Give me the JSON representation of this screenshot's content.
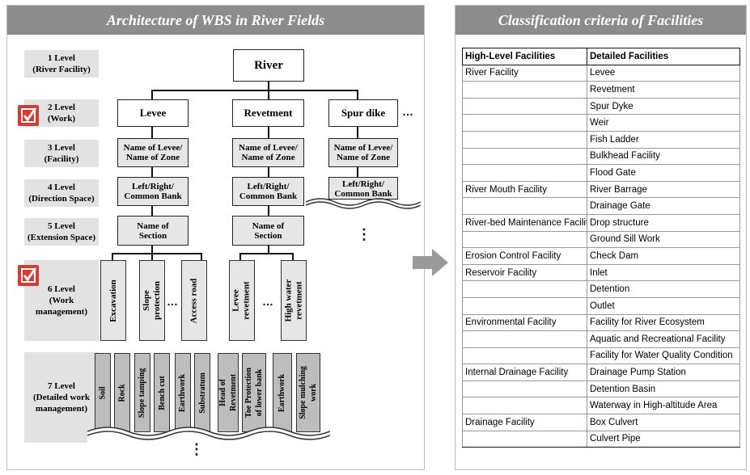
{
  "left_panel": {
    "title": "Architecture of WBS in River Fields",
    "levels": [
      {
        "label": "1 Level\n(River Facility)"
      },
      {
        "label": "2 Level\n(Work)",
        "checked": true
      },
      {
        "label": "3 Level\n(Facility)"
      },
      {
        "label": "4 Level\n(Direction Space)"
      },
      {
        "label": "5 Level\n(Extension Space)"
      },
      {
        "label": "6 Level\n(Work\nmanagement)",
        "checked": true
      },
      {
        "label": "7 Level\n(Detailed work\nmanagement)"
      }
    ],
    "root": "River",
    "level2": [
      "Levee",
      "Revetment",
      "Spur dike"
    ],
    "level3": [
      "Name of Levee/\nName of Zone",
      "Name of Levee/\nName of Zone",
      "Name of Levee/\nName of Zone"
    ],
    "level4": [
      "Left/Right/\nCommon Bank",
      "Left/Right/\nCommon Bank",
      "Left/Right/\nCommon Bank"
    ],
    "level5": [
      "Name of\nSection",
      "Name of\nSection"
    ],
    "level6": [
      "Excavation",
      "Slope\nprotection",
      "Access road",
      "Levee\nrevetment",
      "High water\nrevetment"
    ],
    "level7": [
      "Soil",
      "Rock",
      "Slope tamping",
      "Bench cut",
      "Earthwork",
      "Substratum",
      "Head of\nRevetment",
      "Toe Protection\nof lower bank",
      "Earthwork",
      "Slope mulching\nwork"
    ],
    "ellipsis": "…",
    "vellipsis": "⋮"
  },
  "right_panel": {
    "title": "Classification criteria of Facilities",
    "headers": [
      "High-Level Facilities",
      "Detailed Facilities"
    ],
    "rows": [
      [
        "River Facility",
        "Levee"
      ],
      [
        "",
        "Revetment"
      ],
      [
        "",
        "Spur Dyke"
      ],
      [
        "",
        "Weir"
      ],
      [
        "",
        "Fish Ladder"
      ],
      [
        "",
        "Bulkhead Facility"
      ],
      [
        "",
        "Flood Gate"
      ],
      [
        "River Mouth Facility",
        "River Barrage"
      ],
      [
        "",
        "Drainage Gate"
      ],
      [
        "River-bed Maintenance Facility",
        "Drop structure"
      ],
      [
        "",
        "Ground Sill Work"
      ],
      [
        "Erosion Control Facility",
        "Check Dam"
      ],
      [
        "Reservoir Facility",
        "Inlet"
      ],
      [
        "",
        "Detention"
      ],
      [
        "",
        "Outlet"
      ],
      [
        "Environmental Facility",
        "Facility for River Ecosystem"
      ],
      [
        "",
        "Aquatic and Recreational Facility"
      ],
      [
        "",
        "Facility for Water Quality Condition"
      ],
      [
        "Internal Drainage Facility",
        "Drainage Pump Station"
      ],
      [
        "",
        "Detention Basin"
      ],
      [
        "",
        "Waterway in High-altitude Area"
      ],
      [
        "Drainage Facility",
        "Box Culvert"
      ],
      [
        "",
        "Culvert Pipe"
      ]
    ]
  },
  "colors": {
    "header_bg": "#8c8c8c",
    "check": "#d83a30",
    "level_bg": "#e2e2e2",
    "l7_box": "#bdbdbd"
  }
}
